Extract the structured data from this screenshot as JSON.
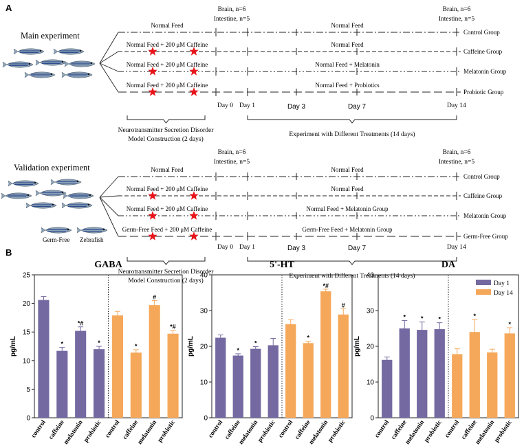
{
  "panel_labels": {
    "a": "A",
    "b": "B"
  },
  "colors": {
    "day1": "#7469a0",
    "day14": "#f5a85a",
    "star": "#e8141a",
    "fish_body": "#8fa3b7",
    "fish_stripe": "#2d4c8c"
  },
  "main": {
    "title": "Main experiment",
    "sampling_left": {
      "brain": "Brain, n=6",
      "intestine": "Intestine, n=5"
    },
    "sampling_right": {
      "brain": "Brain, n=6",
      "intestine": "Intestine, n=5"
    },
    "rows": [
      {
        "pre": "Normal Feed",
        "post": "Normal Feed",
        "group": "Control Group",
        "stars": false
      },
      {
        "pre": "Normal Feed + 200 μM Caffeine",
        "post": "Normal Feed",
        "group": "Caffeine Group",
        "stars": true
      },
      {
        "pre": "Normal Feed + 200 μM Caffeine",
        "post": "Normal Feed + Melatonin",
        "group": "Melatonin Group",
        "stars": true
      },
      {
        "pre": "Normal Feed + 200 μM Caffeine",
        "post": "Normal Feed + Probiotics",
        "group": "Probiotic Group",
        "stars": true
      }
    ],
    "days": {
      "day0": "Day 0",
      "day1": "Day 1",
      "day3": "Day 3",
      "day7": "Day 7",
      "day14": "Day 14"
    },
    "phase1": [
      "Neurotransmitter Secretion Disorder",
      "Model Construction (2 days)"
    ],
    "phase2": "Experiment with Different Treatments (14 days)"
  },
  "validation": {
    "title": "Validation experiment",
    "germ_free_label": "Germ-Free",
    "zebrafish_label": "Zebrafish",
    "sampling_left": {
      "brain": "Brain, n=6",
      "intestine": "Intestine, n=5"
    },
    "sampling_right": {
      "brain": "Brain, n=6",
      "intestine": "Intestine, n=5"
    },
    "rows": [
      {
        "pre": "Normal Feed",
        "post": "Normal Feed",
        "group": "Control Group",
        "stars": false
      },
      {
        "pre": "Normal Feed + 200 μM Caffeine",
        "post": "Normal Feed",
        "group": "Caffeine Group",
        "stars": true
      },
      {
        "pre": "Normal Feed + 200 μM Caffeine",
        "post": "Normal Feed + Melatonin Group",
        "group": "Melatonin Group",
        "stars": true
      },
      {
        "pre": "Germ-Free Feed + 200 μM Caffeine",
        "post": "Germ-Free Feed + Melatonin Group",
        "group": "Germ-Free Group",
        "stars": true
      }
    ],
    "days": {
      "day0": "Day 0",
      "day1": "Day 1",
      "day3": "Day 3",
      "day7": "Day 7",
      "day14": "Day 14"
    },
    "phase1": [
      "Neurotransmitter Secretion Disorder",
      "Model Construction (2 days)"
    ],
    "phase2": "Experiment with Different Treatments (14 days)"
  },
  "legend": {
    "day1": "Day 1",
    "day14": "Day 14"
  },
  "chart_data": [
    {
      "type": "bar",
      "title": "GABA",
      "ylabel": "pg/mL",
      "ylim": [
        0,
        25
      ],
      "yticks": [
        0,
        5,
        10,
        15,
        20,
        25
      ],
      "categories": [
        "control",
        "caffeine",
        "melatonin",
        "probiotic"
      ],
      "series": [
        {
          "name": "Day 1",
          "values": [
            20.6,
            11.7,
            15.2,
            12.0
          ],
          "errors": [
            0.6,
            0.6,
            0.7,
            0.5
          ],
          "marks": [
            "",
            "*",
            "*#",
            "*"
          ]
        },
        {
          "name": "Day 14",
          "values": [
            17.9,
            11.4,
            19.7,
            14.7
          ],
          "errors": [
            0.7,
            0.5,
            0.8,
            0.6
          ],
          "marks": [
            "",
            "*",
            "#",
            "*#"
          ]
        }
      ]
    },
    {
      "type": "bar",
      "title": "5'-HT",
      "ylabel": "pg/mL",
      "ylim": [
        0,
        40
      ],
      "yticks": [
        0,
        10,
        20,
        30,
        40
      ],
      "categories": [
        "control",
        "caffeine",
        "melatonin",
        "probiotic"
      ],
      "series": [
        {
          "name": "Day 1",
          "values": [
            22.4,
            17.4,
            19.3,
            20.3
          ],
          "errors": [
            0.8,
            0.5,
            0.6,
            1.9
          ],
          "marks": [
            "",
            "*",
            "*",
            ""
          ]
        },
        {
          "name": "Day 14",
          "values": [
            26.2,
            20.9,
            35.4,
            28.9
          ],
          "errors": [
            1.2,
            0.5,
            0.6,
            1.6
          ],
          "marks": [
            "",
            "*",
            "*#",
            "#"
          ]
        }
      ]
    },
    {
      "type": "bar",
      "title": "DA",
      "ylabel": "pg/mL",
      "ylim": [
        0,
        40
      ],
      "yticks": [
        0,
        10,
        20,
        30,
        40
      ],
      "categories": [
        "control",
        "caffeine",
        "melatonin",
        "probiotic"
      ],
      "series": [
        {
          "name": "Day 1",
          "values": [
            16.2,
            25.0,
            24.6,
            24.8
          ],
          "errors": [
            0.8,
            2.2,
            2.2,
            1.8
          ],
          "marks": [
            "",
            "*",
            "*",
            "*"
          ]
        },
        {
          "name": "Day 14",
          "values": [
            17.8,
            24.0,
            18.3,
            23.6
          ],
          "errors": [
            1.5,
            3.5,
            0.9,
            1.6
          ],
          "marks": [
            "",
            "*",
            "",
            "*"
          ]
        }
      ],
      "legend_position": "top-right"
    }
  ]
}
